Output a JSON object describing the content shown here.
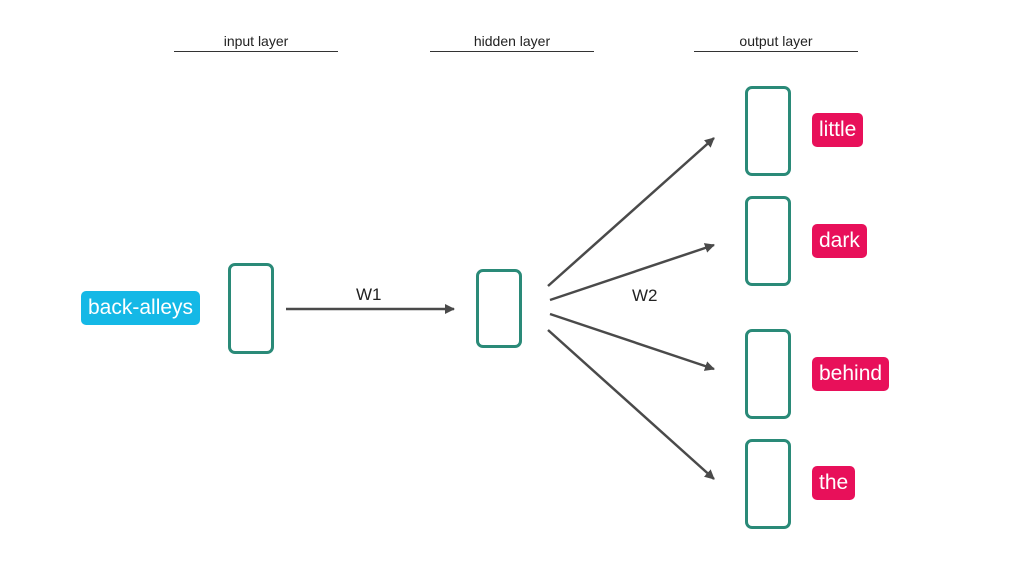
{
  "headers": {
    "input": "input layer",
    "hidden": "hidden layer",
    "output": "output layer"
  },
  "weights": {
    "w1": "W1",
    "w2": "W2"
  },
  "input_word": "back-alleys",
  "output_words": [
    "little",
    "dark",
    "behind",
    "the"
  ],
  "colors": {
    "node_border": "#2a8a78",
    "input_word_bg": "#14b8e6",
    "output_word_bg": "#e8105a",
    "arrow": "#4a4a4a"
  }
}
